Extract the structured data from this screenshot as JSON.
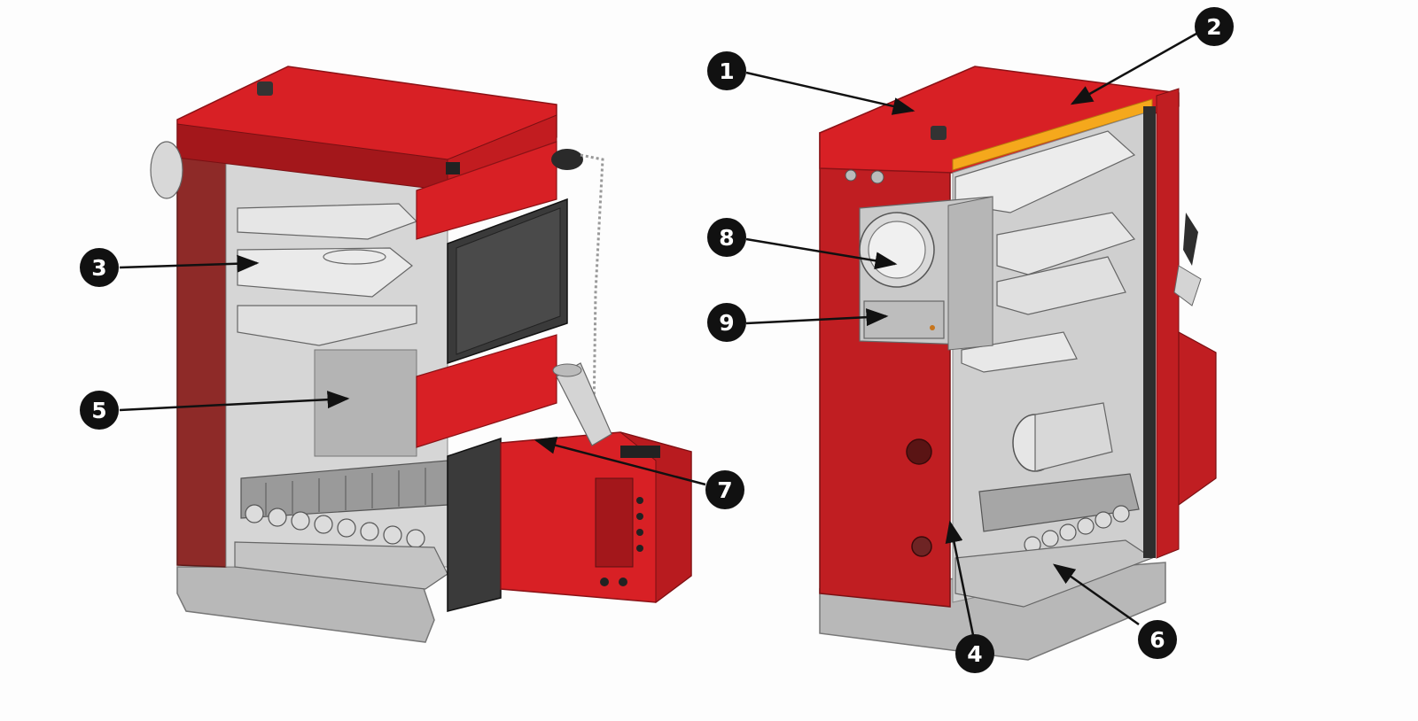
{
  "diagram": {
    "figures": [
      {
        "name": "boiler-left-with-pellet-burner"
      },
      {
        "name": "boiler-right-cutaway"
      }
    ],
    "callouts": [
      {
        "number": "1"
      },
      {
        "number": "2"
      },
      {
        "number": "3"
      },
      {
        "number": "4"
      },
      {
        "number": "5"
      },
      {
        "number": "6"
      },
      {
        "number": "7"
      },
      {
        "number": "8"
      },
      {
        "number": "9"
      }
    ],
    "colors": {
      "casing_red": "#d82025",
      "casing_red_dark": "#a3171b",
      "side_red": "#8e2a28",
      "interior_grey": "#c9c9c9",
      "interior_dark": "#8a8a8a",
      "door_black": "#3a3a3a",
      "insulation_orange": "#f5a81c",
      "base_grey": "#b8b8b8",
      "marker_black": "#111111"
    }
  }
}
